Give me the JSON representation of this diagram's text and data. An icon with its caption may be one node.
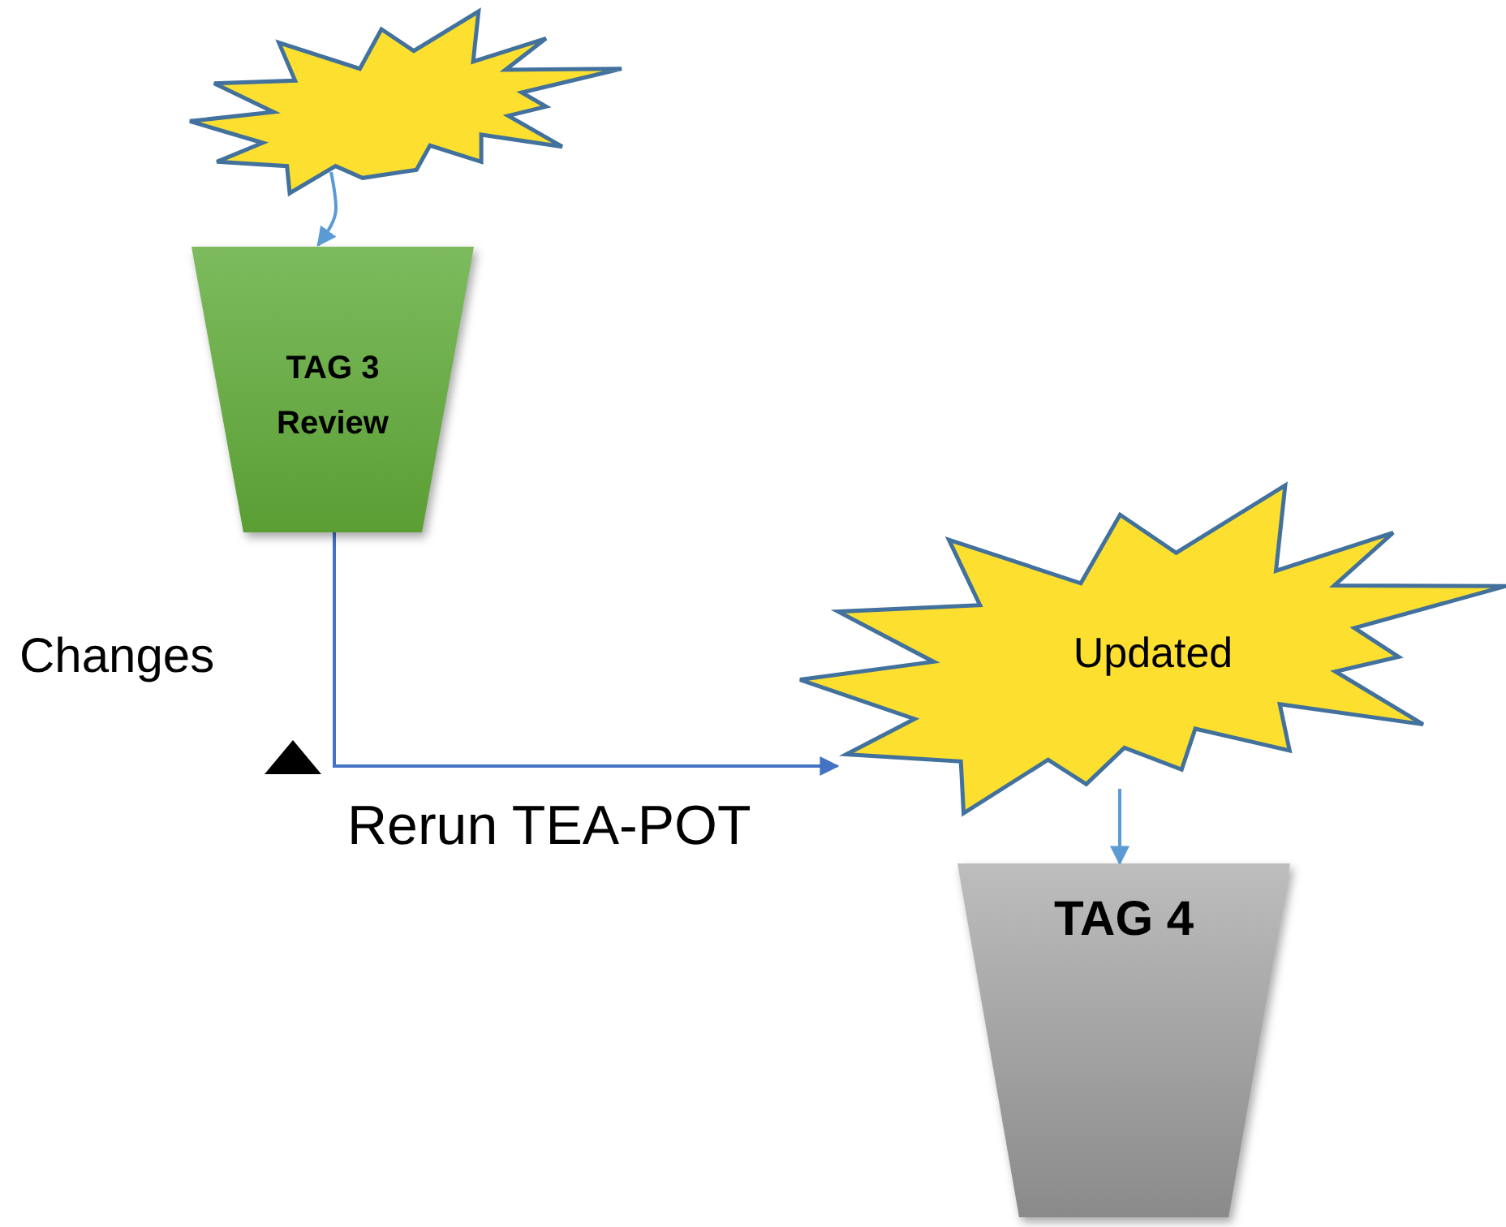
{
  "diagram": {
    "nodes": [
      {
        "text": [],
        "shape": "star"
      },
      {
        "text": [
          "TAG 3 Review"
        ]
      },
      {
        "text": [
          "Updated"
        ]
      },
      {
        "text": [
          "TAG 4"
        ]
      }
    ],
    "edges": [
      {
        "from": 0,
        "to": 1,
        "arrow": "to"
      },
      {
        "from": 1,
        "to": 2,
        "arrow": "to",
        "label": "Rerun TEA-POT",
        "color": "#4472c4"
      },
      {
        "from": 2,
        "to": 3,
        "arrow": "to"
      }
    ],
    "labels": [
      "Changes"
    ]
  }
}
